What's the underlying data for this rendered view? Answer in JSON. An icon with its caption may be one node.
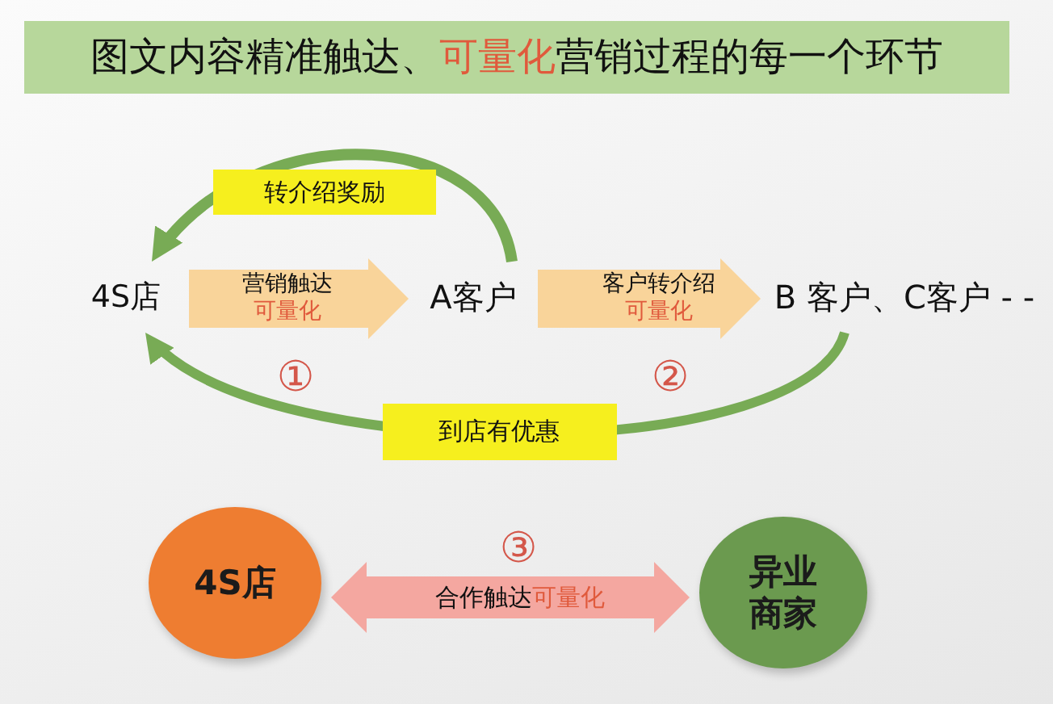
{
  "diagram": {
    "title": "图文内容精准触达、**可量化**营销过程的每一个环节",
    "nodes": [
      {
        "text": [
          "4S店"
        ]
      },
      {
        "text": [
          "A客户"
        ]
      },
      {
        "text": [
          "B 客户、C客户 - -"
        ]
      },
      {
        "text": [
          "4S店"
        ]
      },
      {
        "text": [
          "异业商家"
        ]
      }
    ],
    "edges": [
      {
        "from": 0,
        "to": 1,
        "arrow": "to",
        "label": "营销触达**可量化**",
        "color": "#f9d49a"
      },
      {
        "from": 1,
        "to": 2,
        "arrow": "to",
        "label": "客户转介绍**可量化**",
        "color": "#f9d49a"
      },
      {
        "from": 1,
        "to": 0,
        "arrow": "to",
        "label": "转介绍奖励",
        "color": "#78ab55"
      },
      {
        "from": 2,
        "to": 0,
        "arrow": "to",
        "label": "到店有优惠",
        "color": "#78ab55"
      },
      {
        "from": 3,
        "to": 4,
        "arrow": "both",
        "label": "合作触达**可量化**",
        "color": "#f4a7a0"
      }
    ],
    "labels": [
      "①",
      "②",
      "③"
    ]
  }
}
